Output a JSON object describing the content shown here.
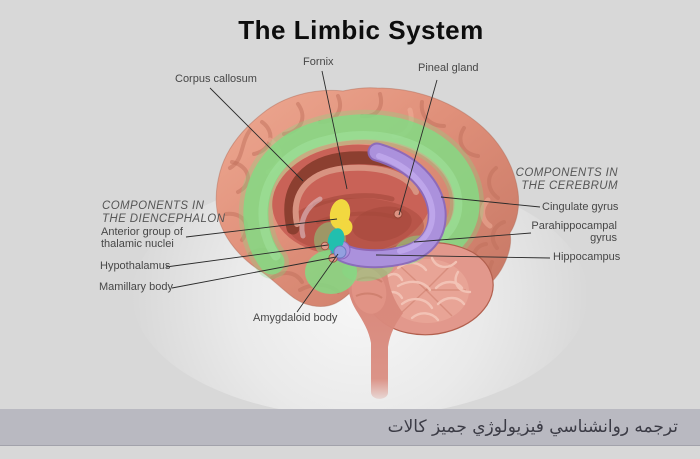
{
  "title": "The Limbic System",
  "footer": {
    "caption": "ترجمه روانشناسي فيزيولوژي جميز كالات"
  },
  "labels": {
    "corpus_callosum": "Corpus callosum",
    "fornix": "Fornix",
    "pineal_gland": "Pineal gland",
    "cerebrum_header": {
      "line1": "COMPONENTS IN",
      "line2": "THE CEREBRUM"
    },
    "cingulate_gyrus": "Cingulate gyrus",
    "parahippocampal_gyrus": {
      "line1": "Parahippocampal",
      "line2": "gyrus"
    },
    "hippocampus": "Hippocampus",
    "diencephalon_header": {
      "line1": "COMPONENTS IN",
      "line2": "THE DIENCEPHALON"
    },
    "anterior_group": {
      "line1": "Anterior group of",
      "line2": "thalamic nuclei"
    },
    "hypothalamus": "Hypothalamus",
    "mamillary_body": "Mamillary body",
    "amygdaloid_body": "Amygdaloid body"
  },
  "colors": {
    "background": "#d8d8d8",
    "title_text": "#0d0d0d",
    "label_text": "#474747",
    "header_text": "#565656",
    "leader_line": "#2b2b2b",
    "footer_bar": "#b9b9c1",
    "footer_border": "#a2a2ab",
    "footer_text": "#3b3b45",
    "glow": "#ffffff",
    "cortex": "#e0907a",
    "cortex_light": "#eca68f",
    "cortex_dark": "#c97a67",
    "cortex_fold": "#c06f5c",
    "cortex_highlight": "#f2b19b",
    "cortex_edge": "#b06a57",
    "limbic_green": "#84da84",
    "limbic_green_soft": "#a8e8a8",
    "inner_red": "#c96257",
    "inner_red_dark": "#a4473a",
    "corpus_band": "#8c3f30",
    "corpus_inner": "#d89381",
    "hippocampus_purple": "#ab91dc",
    "hippocampus_purple_dark": "#8a68bd",
    "hippocampus_purple_light": "#c5aef0",
    "thalamic_yellow": "#f2d840",
    "hypothalamus_teal": "#22bfae",
    "amygdala_blue": "#93a0e0",
    "amygdala_edge": "#6f7ac0",
    "mamillary_pink": "#e09b8b",
    "mamillary_edge": "#9e4f3e",
    "pineal_pink": "#dc9181",
    "cerebellum": "#e2988c",
    "cerebellum_light": "#eba99a",
    "cerebellum_texture": "#f2c4b6",
    "cerebellum_dark": "#c87866",
    "cerebellum_edge": "#b2604e",
    "stem": "#d9897c",
    "pons": "#e19486"
  }
}
